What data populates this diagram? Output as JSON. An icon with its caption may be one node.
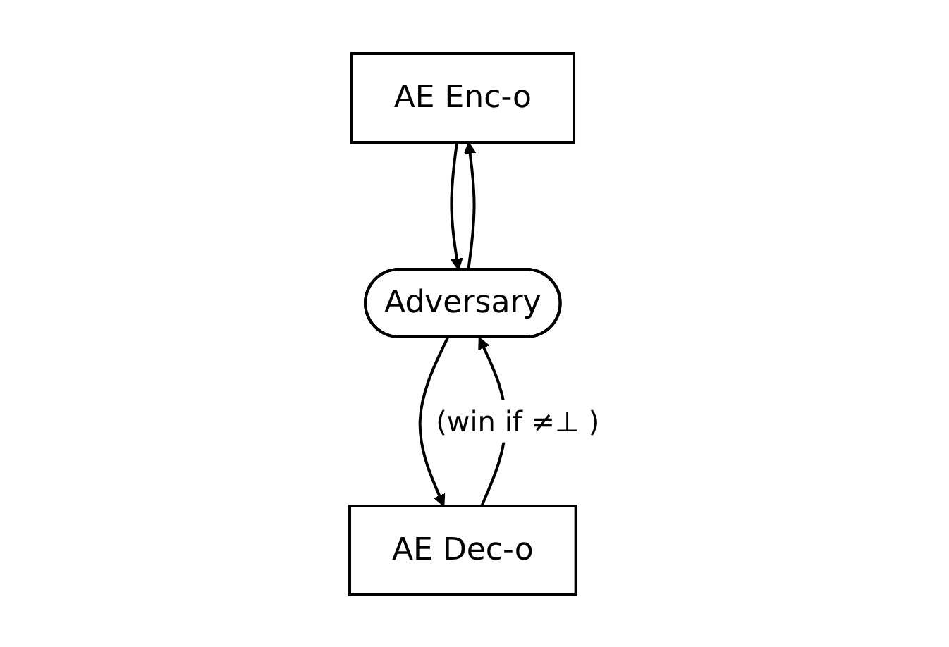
{
  "diagram": {
    "nodes": [
      {
        "text": [
          "AE Enc-o"
        ]
      },
      {
        "text": [
          "AE Dec-o"
        ]
      },
      {
        "text": [
          "Adversary"
        ]
      }
    ],
    "edges": [
      {
        "from": 0,
        "to": 2,
        "arrow": "to"
      },
      {
        "from": 2,
        "to": 0,
        "arrow": "to"
      },
      {
        "from": 1,
        "to": 2,
        "arrow": "to",
        "label": "(win if ≠⊥ )"
      },
      {
        "from": 2,
        "to": 1,
        "arrow": "to"
      }
    ]
  }
}
